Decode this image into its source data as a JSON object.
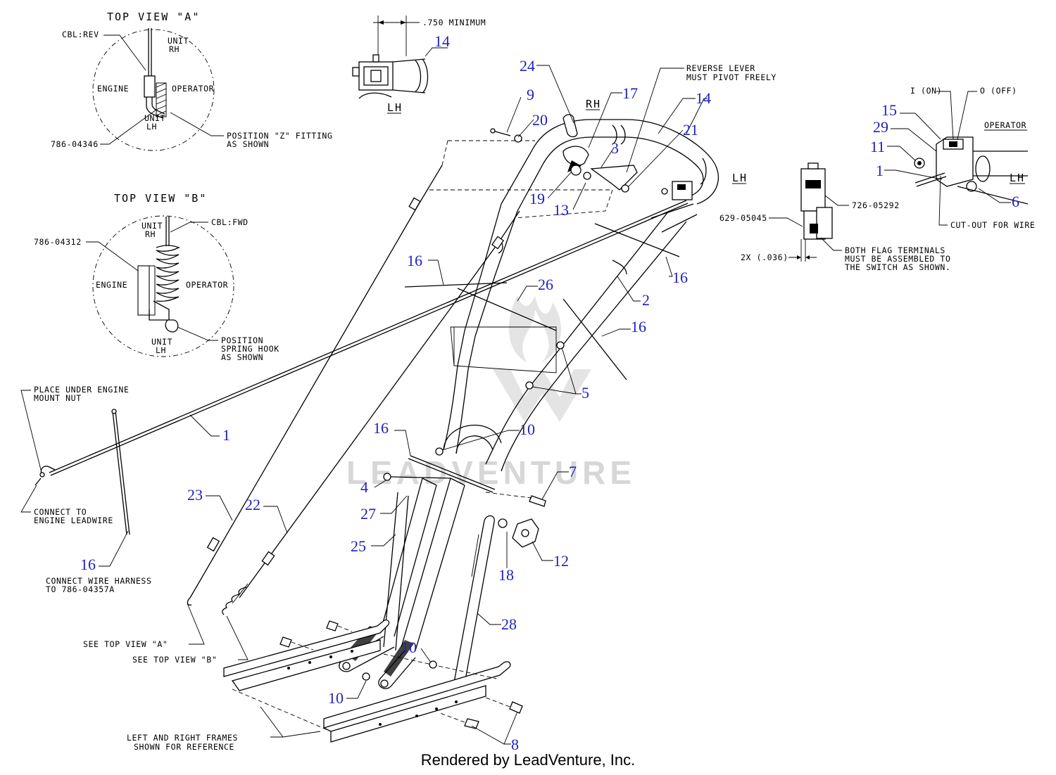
{
  "views": {
    "top_view_a": {
      "title": "TOP VIEW \"A\"",
      "cable": "CBL:REV",
      "unit_rh": [
        "UNIT",
        "RH"
      ],
      "unit_lh": [
        "UNIT",
        "LH"
      ],
      "engine": "ENGINE",
      "operator": "OPERATOR",
      "part": "786-04346",
      "note": [
        "POSITION \"Z\" FITTING",
        "AS SHOWN"
      ]
    },
    "top_view_b": {
      "title": "TOP VIEW \"B\"",
      "cable": "CBL:FWD",
      "unit_rh": [
        "UNIT",
        "RH"
      ],
      "unit_lh": [
        "UNIT",
        "LH"
      ],
      "engine": "ENGINE",
      "operator": "OPERATOR",
      "part": "786-04312",
      "note": [
        "POSITION",
        "SPRING HOOK",
        "AS SHOWN"
      ]
    }
  },
  "notes": {
    "minimum": ".750 MINIMUM",
    "lh_top": "LH",
    "rh": "RH",
    "reverse_lever": [
      "REVERSE LEVER",
      "MUST PIVOT FREELY"
    ],
    "lh_handle": "LH",
    "switch_on": "I (ON)",
    "switch_off": "O (OFF)",
    "operator": "OPERATOR",
    "lh_switch": "LH",
    "cut_out": "CUT-OUT FOR WIRE",
    "part_726": "726-05292",
    "part_629": "629-05045",
    "gap": "2X (.036)",
    "flag_terminals": [
      "BOTH FLAG TERMINALS",
      "MUST BE ASSEMBLED TO",
      "THE SWITCH AS SHOWN."
    ],
    "engine_mount": [
      "PLACE UNDER ENGINE",
      "MOUNT NUT"
    ],
    "engine_leadwire": [
      "CONNECT TO",
      "ENGINE LEADWIRE"
    ],
    "wire_harness": [
      "CONNECT WIRE HARNESS",
      "TO 786-04357A"
    ],
    "see_a": "SEE TOP VIEW \"A\"",
    "see_b": "SEE TOP VIEW \"B\"",
    "frames": [
      "LEFT AND RIGHT FRAMES",
      "SHOWN FOR REFERENCE"
    ]
  },
  "callouts": {
    "c14a": "14",
    "c24": "24",
    "c9": "9",
    "c20": "20",
    "c17": "17",
    "c3": "3",
    "c14b": "14",
    "c21": "21",
    "c19": "19",
    "c13": "13",
    "c15": "15",
    "c29": "29",
    "c11": "11",
    "c1a": "1",
    "c6": "6",
    "c16a": "16",
    "c16b": "16",
    "c26": "26",
    "c2": "2",
    "c16c": "16",
    "c5": "5",
    "c16d": "16",
    "c10a": "10",
    "c7": "7",
    "c4": "4",
    "c27": "27",
    "c1b": "1",
    "c23": "23",
    "c22": "22",
    "c25": "25",
    "c12": "12",
    "c18": "18",
    "c16e": "16",
    "c28": "28",
    "c10b": "10",
    "c10c": "10",
    "c8": "8"
  },
  "watermark": "LEADVENTURE",
  "footer": "Rendered by LeadVenture, Inc."
}
